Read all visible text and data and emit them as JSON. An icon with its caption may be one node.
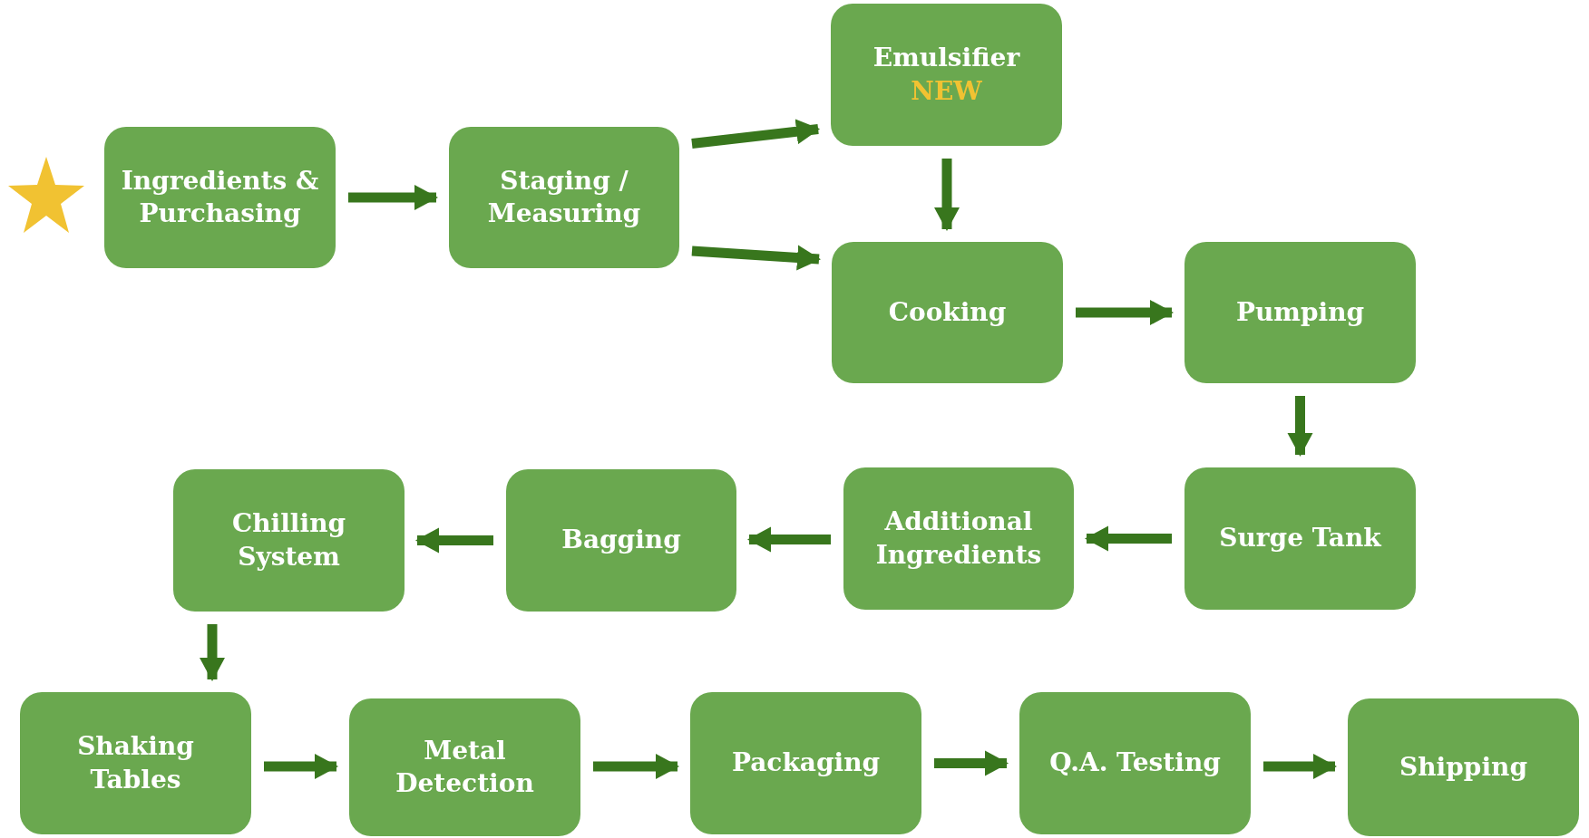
{
  "diagram": {
    "nodes": [
      {
        "text": [
          "Ingredients & Purchasing"
        ]
      },
      {
        "text": [
          "Staging / Measuring"
        ]
      },
      {
        "text": [
          "Emulsifier",
          "NEW"
        ]
      },
      {
        "text": [
          "Cooking"
        ]
      },
      {
        "text": [
          "Pumping"
        ]
      },
      {
        "text": [
          "Surge Tank"
        ]
      },
      {
        "text": [
          "Additional Ingredients"
        ]
      },
      {
        "text": [
          "Bagging"
        ]
      },
      {
        "text": [
          "Chilling System"
        ]
      },
      {
        "text": [
          "Shaking Tables"
        ]
      },
      {
        "text": [
          "Metal Detection"
        ]
      },
      {
        "text": [
          "Packaging"
        ]
      },
      {
        "text": [
          "Q.A. Testing"
        ]
      },
      {
        "text": [
          "Shipping"
        ]
      }
    ],
    "edges": [
      {
        "from": 0,
        "to": 1,
        "arrow": "to"
      },
      {
        "from": 1,
        "to": 2,
        "arrow": "to"
      },
      {
        "from": 1,
        "to": 3,
        "arrow": "to"
      },
      {
        "from": 2,
        "to": 3,
        "arrow": "to"
      },
      {
        "from": 3,
        "to": 4,
        "arrow": "to"
      },
      {
        "from": 4,
        "to": 5,
        "arrow": "to"
      },
      {
        "from": 5,
        "to": 6,
        "arrow": "to"
      },
      {
        "from": 6,
        "to": 7,
        "arrow": "to"
      },
      {
        "from": 7,
        "to": 8,
        "arrow": "to"
      },
      {
        "from": 8,
        "to": 9,
        "arrow": "to"
      },
      {
        "from": 9,
        "to": 10,
        "arrow": "to"
      },
      {
        "from": 10,
        "to": 11,
        "arrow": "to"
      },
      {
        "from": 11,
        "to": 12,
        "arrow": "to"
      },
      {
        "from": 12,
        "to": 13,
        "arrow": "to"
      }
    ]
  }
}
